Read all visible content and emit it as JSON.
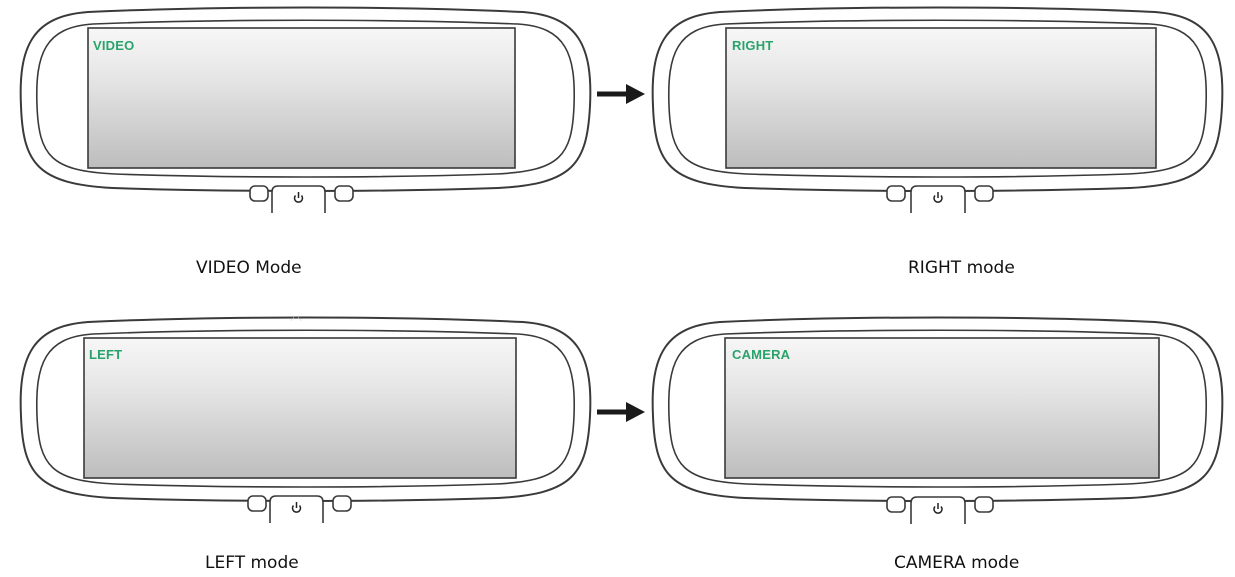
{
  "colors": {
    "mode_text": "#2aa36b",
    "outline": "#3a3a3a",
    "arrow": "#1a1a1a"
  },
  "icons": {
    "power": "power-icon",
    "arrow": "right-arrow-icon"
  },
  "mirrors": [
    {
      "screen_label": "VIDEO",
      "caption": "VIDEO Mode"
    },
    {
      "screen_label": "RIGHT",
      "caption": "RIGHT mode"
    },
    {
      "screen_label": "LEFT",
      "caption": "LEFT mode"
    },
    {
      "screen_label": "CAMERA",
      "caption": "CAMERA mode"
    }
  ]
}
